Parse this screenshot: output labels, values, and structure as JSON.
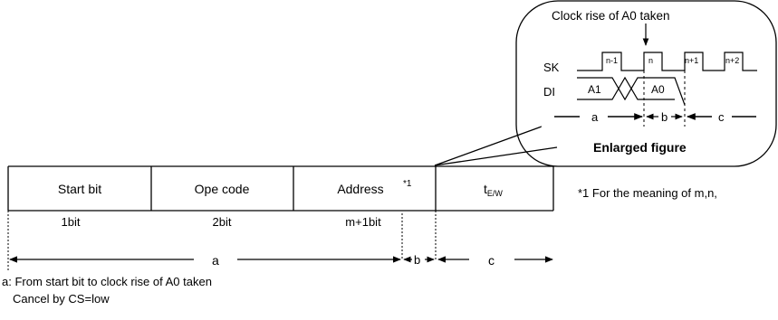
{
  "callout": {
    "caption": "Clock rise of A0 taken",
    "sk_label": "SK",
    "di_label": "DI",
    "clock_labels": [
      "n-1",
      "n",
      "n+1",
      "n+2"
    ],
    "data_labels": [
      "A1",
      "A0"
    ],
    "interval_labels": [
      "a",
      "b",
      "c"
    ],
    "title": "Enlarged figure"
  },
  "frame": {
    "cells": [
      "Start bit",
      "Ope code",
      "Address",
      "t"
    ],
    "address_note": "*1",
    "tew_subscript": "E/W",
    "bit_counts": [
      "1bit",
      "2bit",
      "m+1bit"
    ]
  },
  "intervals": {
    "a": "a",
    "b": "b",
    "c": "c"
  },
  "notes": {
    "a_definition": "a: From start bit to clock rise of A0 taken",
    "cancel": "Cancel by CS=low",
    "footnote": "*1 For the meaning of m,n,"
  }
}
